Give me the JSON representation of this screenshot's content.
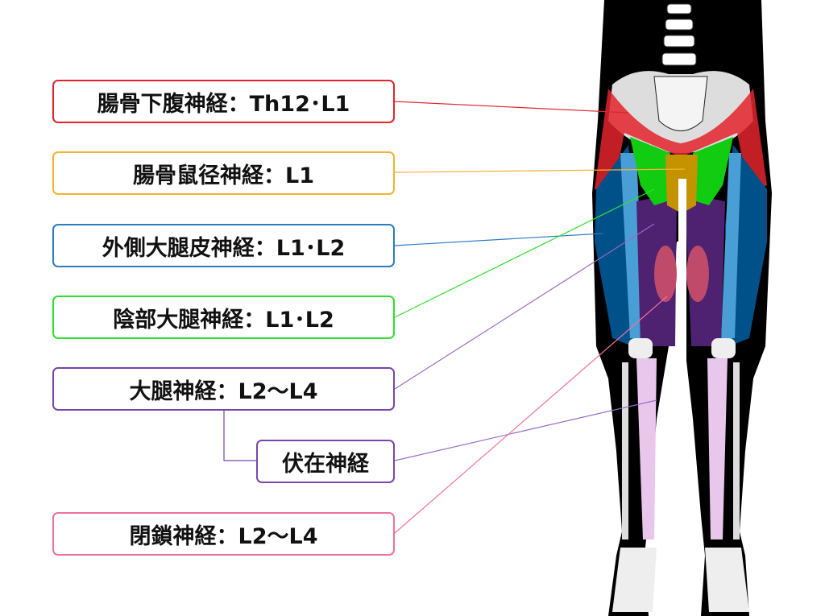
{
  "labels": [
    {
      "text": "腸骨下腹神経：Th12･L1",
      "color": "#e3232c"
    },
    {
      "text": "腸骨鼠径神経：L1",
      "color": "#f2b233"
    },
    {
      "text": "外側大腿皮神経：L1･L2",
      "color": "#2b7cc2"
    },
    {
      "text": "陰部大腿神経：L1･L2",
      "color": "#2ee02e"
    },
    {
      "text": "大腿神経：L2～L4",
      "color": "#7a44ad"
    },
    {
      "text": "伏在神経",
      "color": "#7a44ad"
    },
    {
      "text": "閉鎖神経：L2～L4",
      "color": "#f0709c"
    }
  ]
}
